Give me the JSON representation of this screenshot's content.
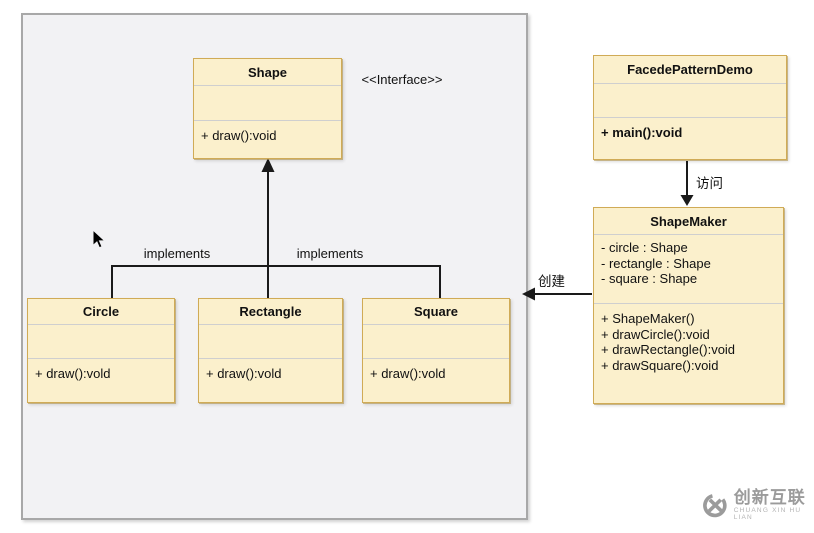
{
  "diagram": {
    "stereotype": "<<Interface>>",
    "labels": {
      "implements_left": "implements",
      "implements_right": "implements",
      "access": "访问",
      "create": "创建"
    },
    "classes": {
      "shape": {
        "name": "Shape",
        "attributes": [],
        "methods": [
          "+ draw():void"
        ]
      },
      "circle": {
        "name": "Circle",
        "attributes": [],
        "methods": [
          "+ draw():vold"
        ]
      },
      "rectangle": {
        "name": "Rectangle",
        "attributes": [],
        "methods": [
          "+ draw():vold"
        ]
      },
      "square": {
        "name": "Square",
        "attributes": [],
        "methods": [
          "+ draw():vold"
        ]
      },
      "facede": {
        "name": "FacedePatternDemo",
        "attributes": [],
        "methods": [
          "+ main():void"
        ]
      },
      "shapemaker": {
        "name": "ShapeMaker",
        "attributes": [
          "- circle : Shape",
          "- rectangle : Shape",
          "- square : Shape"
        ],
        "methods": [
          "+ ShapeMaker()",
          "+ drawCircle():void",
          "+ drawRectangle():void",
          "+ drawSquare():void"
        ]
      }
    }
  },
  "watermark": {
    "logo_text": "创新互联",
    "logo_subtext": "CHUANG XIN HU LIAN"
  },
  "colors": {
    "class_fill": "#fbf0cc",
    "class_border": "#d0ab56",
    "panel_fill": "#f2f2f4",
    "panel_border": "#a8a8a8",
    "line": "#1a1a1a",
    "logo": "#9b9b9b"
  }
}
